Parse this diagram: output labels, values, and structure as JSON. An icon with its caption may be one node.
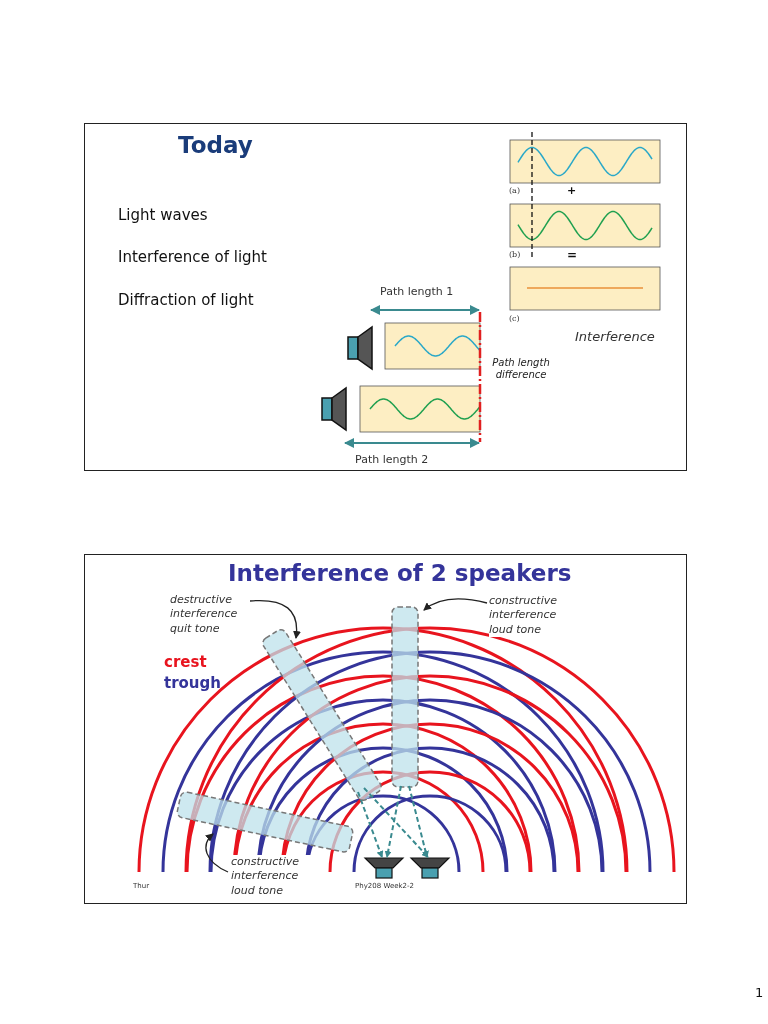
{
  "diagram": {
    "nodes": [
      {
        "text": [
          "destructive interference quit tone"
        ]
      },
      {
        "text": [
          "constructive interference loud tone"
        ]
      },
      {
        "text": [],
        "shape": "bar"
      },
      {
        "text": [],
        "shape": "bar"
      },
      {
        "text": [],
        "shape": "bar"
      },
      {
        "text": [
          "constructive interference loud tone"
        ]
      },
      {
        "text": [],
        "shape": "speaker"
      },
      {
        "text": [],
        "shape": "speaker"
      }
    ],
    "edges": [
      {
        "from": 0,
        "to": 2,
        "arrow": "to",
        "color": "#222222"
      },
      {
        "from": 1,
        "to": 3,
        "arrow": "to",
        "color": "#222222"
      },
      {
        "from": 5,
        "to": 4,
        "arrow": "to",
        "color": "#222222"
      },
      {
        "from": 2,
        "to": 6,
        "arrow": "to",
        "style": "dashed"
      },
      {
        "from": 2,
        "to": 7,
        "arrow": "to",
        "style": "dashed"
      },
      {
        "from": 3,
        "to": 6,
        "arrow": "to",
        "style": "dashed"
      },
      {
        "from": 3,
        "to": 7,
        "arrow": "to",
        "style": "dashed"
      }
    ],
    "labels": [
      "Today",
      "Light waves",
      "Interference of light",
      "Diffraction of light",
      "(a)",
      "+",
      "(b)",
      "=",
      "(c)",
      "Path length 1",
      "Interference",
      "Path length difference",
      "Path length 2",
      "Interference of 2 speakers",
      "crest",
      "trough",
      "Thur",
      "Phy208 Week2-2",
      "1"
    ]
  }
}
